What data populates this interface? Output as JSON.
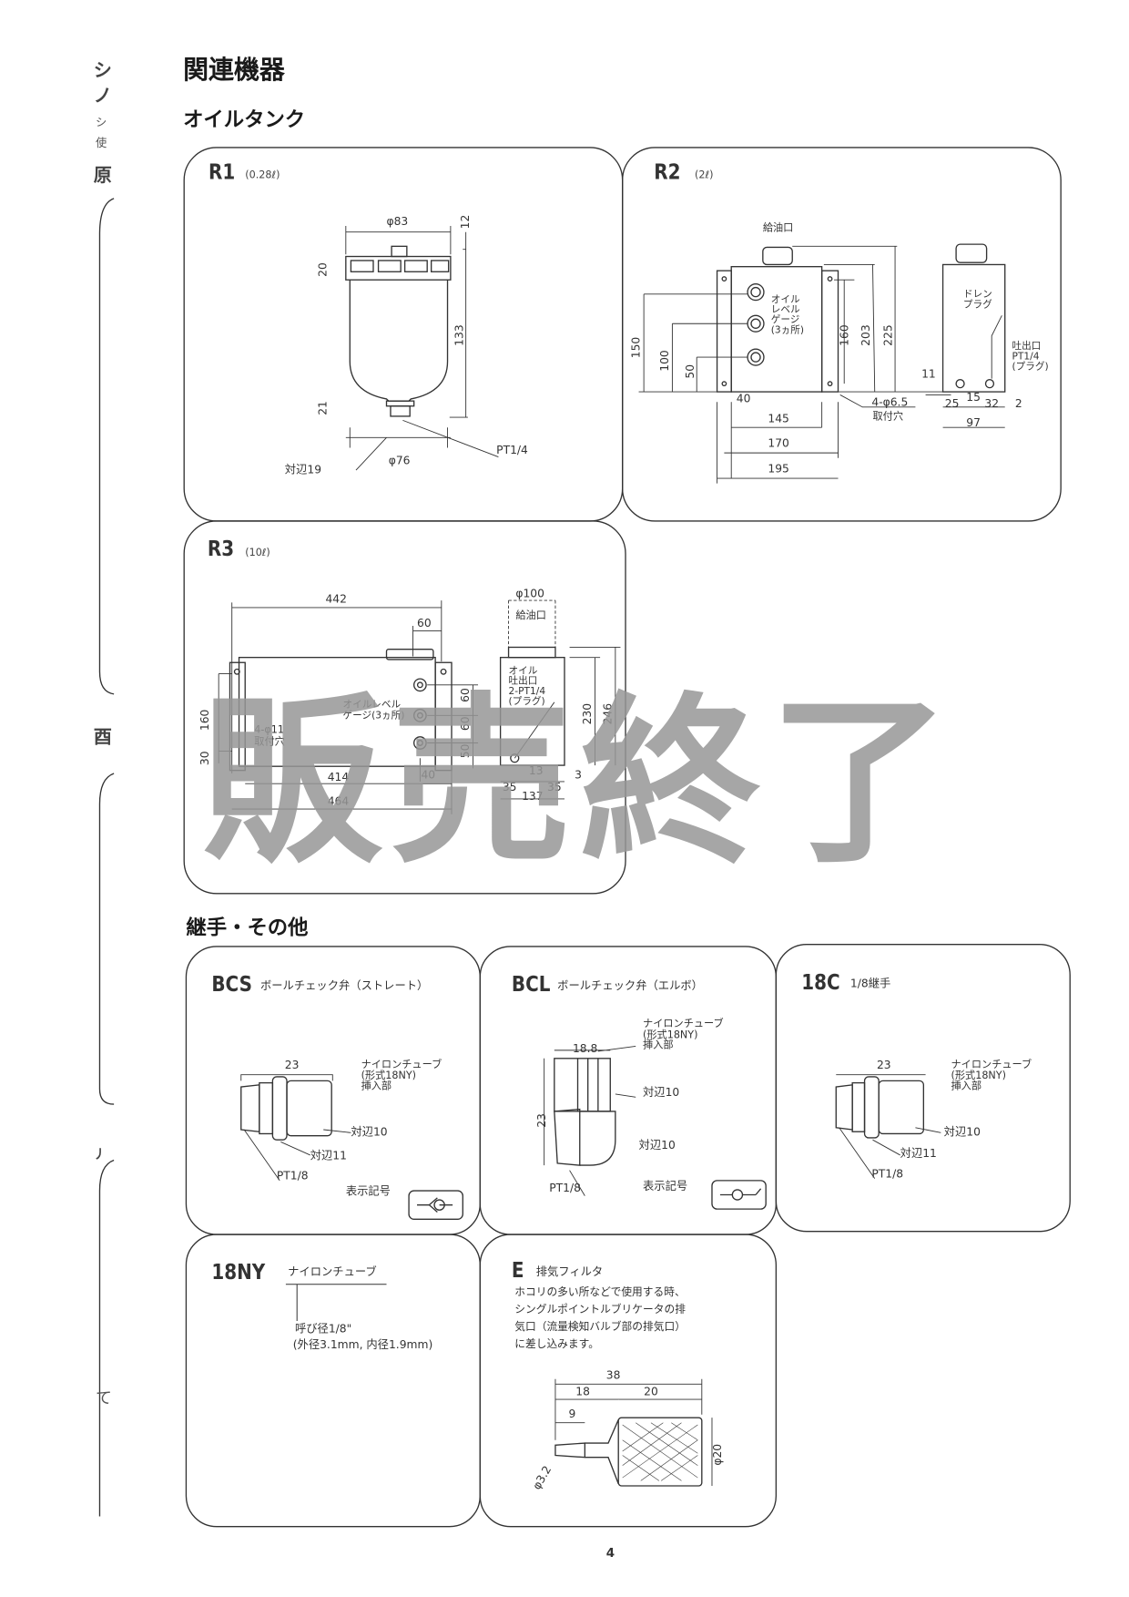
{
  "page": {
    "title": "関連機器",
    "section_oil_tank": "オイルタンク",
    "section_fittings": "継手・その他",
    "page_number": "4",
    "watermark": "販売終了",
    "left_margin": [
      "シ",
      "ノ",
      "シ",
      "使",
      "原",
      "酉",
      "丿",
      "て"
    ]
  },
  "r1": {
    "model": "R1",
    "capacity": "(0.28ℓ)",
    "dims": {
      "d83": "φ83",
      "h12": "12",
      "h20": "20",
      "h133": "133",
      "h21": "21",
      "pt": "PT1/4",
      "d76": "φ76",
      "hex": "対辺19"
    }
  },
  "r2": {
    "model": "R2",
    "capacity": "(2ℓ)",
    "labels": {
      "fill_port": "給油口",
      "gauge": "オイル\nレベル\nゲージ\n(3ヵ所)",
      "holes": "4-φ6.5",
      "holes_sub": "取付穴",
      "drain": "ドレン\nプラグ",
      "outlet": "吐出口\nPT1/4\n(プラグ)"
    },
    "dims": {
      "h150": "150",
      "h100": "100",
      "h50": "50",
      "h160": "160",
      "h203": "203",
      "h225": "225",
      "w40": "40",
      "w145": "145",
      "w170": "170",
      "w195": "195",
      "s11": "11",
      "s15": "15",
      "s25": "25",
      "s32": "32",
      "s2": "2",
      "s97": "97"
    }
  },
  "r3": {
    "model": "R3",
    "capacity": "(10ℓ)",
    "labels": {
      "fill_port": "給油口",
      "gauge": "オイルレベル\nゲージ(3ヵ所)",
      "holes": "4-φ11\n取付穴",
      "outlet": "オイル\n吐出口\n2-PT1/4\n(プラグ)"
    },
    "dims": {
      "w442": "442",
      "w60": "60",
      "d100": "φ100",
      "h160": "160",
      "h30": "30",
      "g60a": "60",
      "g60b": "60",
      "g50": "50",
      "h230": "230",
      "h246": "246",
      "w40": "40",
      "w414": "414",
      "w464": "464",
      "s13": "13",
      "s35a": "35",
      "s35b": "35",
      "s3": "3",
      "s137": "137"
    }
  },
  "bcs": {
    "model": "BCS",
    "name": "ボールチェック弁（ストレート）",
    "labels": {
      "w23": "23",
      "tube": "ナイロンチューブ\n(形式18NY)\n挿入部",
      "hex10": "対辺10",
      "hex11": "対辺11",
      "pt": "PT1/8",
      "symbol": "表示記号"
    }
  },
  "bcl": {
    "model": "BCL",
    "name": "ボールチェック弁（エルボ）",
    "labels": {
      "w188": "18.8",
      "tube": "ナイロンチューブ\n(形式18NY)\n挿入部",
      "hex10a": "対辺10",
      "h23": "23",
      "hex10b": "対辺10",
      "pt": "PT1/8",
      "symbol": "表示記号"
    }
  },
  "c18": {
    "model": "18C",
    "name": "1/8継手",
    "labels": {
      "w23": "23",
      "tube": "ナイロンチューブ\n(形式18NY)\n挿入部",
      "hex10": "対辺10",
      "hex11": "対辺11",
      "pt": "PT1/8"
    }
  },
  "ny18": {
    "model": "18NY",
    "name": "ナイロンチューブ",
    "size": "呼び径1/8\"",
    "spec": "(外径3.1mm, 内径1.9mm)"
  },
  "e": {
    "model": "E",
    "name": "排気フィルタ",
    "description": "ホコリの多い所などで使用する時、\nシングルポイントルブリケータの排\n気口（流量検知バルブ部の排気口）\nに差し込みます。",
    "dims": {
      "w38": "38",
      "w18": "18",
      "w20": "20",
      "w9": "9",
      "d32": "φ3.2",
      "d20": "φ20"
    }
  }
}
